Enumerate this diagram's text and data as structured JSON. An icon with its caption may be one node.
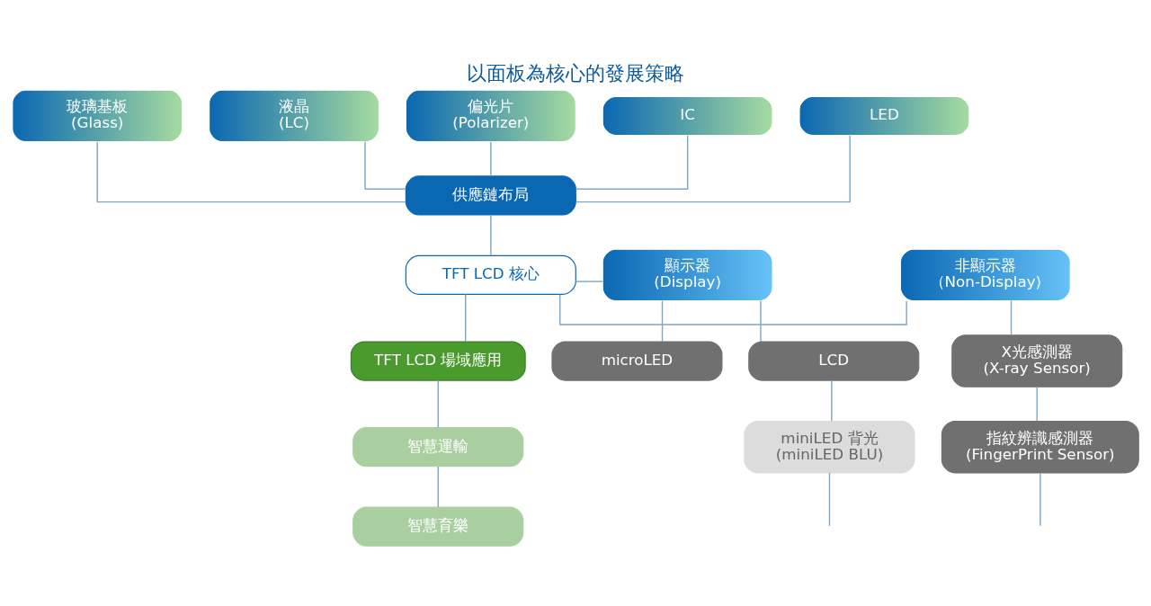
{
  "diagram": {
    "title": "以面板為核心的發展策略",
    "nodes": [
      {
        "text": [
          "玻璃基板",
          "(Glass)"
        ]
      },
      {
        "text": [
          "液晶",
          "(LC)"
        ]
      },
      {
        "text": [
          "偏光片",
          "(Polarizer)"
        ]
      },
      {
        "text": [
          "IC"
        ]
      },
      {
        "text": [
          "LED"
        ]
      },
      {
        "text": [
          "供應鏈布局"
        ]
      },
      {
        "text": [
          "非顯示器",
          "（Non-Display)"
        ]
      },
      {
        "text": [
          "TFT LCD 核心"
        ]
      },
      {
        "text": [
          "顯示器",
          "(Display)"
        ]
      },
      {
        "text": [
          "X光感測器",
          "(X-ray Sensor)"
        ]
      },
      {
        "text": [
          "TFT LCD 場域應用"
        ]
      },
      {
        "text": [
          "LCD"
        ]
      },
      {
        "text": [
          "microLED"
        ]
      },
      {
        "text": [
          "指紋辨識感測器",
          "(FingerPrint Sensor)"
        ]
      },
      {
        "text": [
          "智慧運輸"
        ]
      },
      {
        "text": [
          "miniLED 背光",
          "(miniLED BLU)"
        ]
      },
      {
        "text": [
          "智慧育樂"
        ]
      }
    ],
    "edges": [
      {
        "from": 0,
        "to": 5,
        "arrow": "none"
      },
      {
        "from": 1,
        "to": 5,
        "arrow": "none"
      },
      {
        "from": 2,
        "to": 5,
        "arrow": "none"
      },
      {
        "from": 3,
        "to": 5,
        "arrow": "none"
      },
      {
        "from": 4,
        "to": 5,
        "arrow": "none"
      },
      {
        "from": 5,
        "to": 7,
        "arrow": "none"
      },
      {
        "from": 7,
        "to": 6,
        "arrow": "none"
      },
      {
        "from": 7,
        "to": 8,
        "arrow": "none"
      },
      {
        "from": 7,
        "to": 10,
        "arrow": "none"
      },
      {
        "from": 6,
        "to": 9,
        "arrow": "none"
      },
      {
        "from": 9,
        "to": 13,
        "arrow": "none"
      },
      {
        "from": 13,
        "to": null,
        "arrow": "none"
      },
      {
        "from": 10,
        "to": 14,
        "arrow": "none"
      },
      {
        "from": 14,
        "to": 16,
        "arrow": "none"
      },
      {
        "from": 8,
        "to": 11,
        "arrow": "none"
      },
      {
        "from": 8,
        "to": 12,
        "arrow": "none"
      },
      {
        "from": 11,
        "to": 15,
        "arrow": "none"
      },
      {
        "from": 15,
        "to": null,
        "arrow": "none"
      }
    ]
  }
}
